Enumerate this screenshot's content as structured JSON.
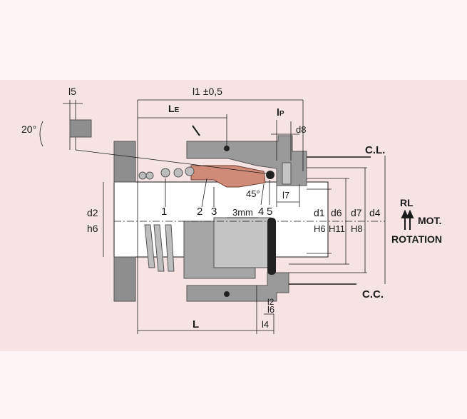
{
  "colors": {
    "background": "#fdf5f5",
    "band": "#f6e4e4",
    "steel": "#8e8e8e",
    "steel_dark": "#6a6a6a",
    "steel_light": "#c4c4c4",
    "shaft": "#ffffff",
    "carbon": "#d08a78",
    "seal": "#222222",
    "line": "#1a1a1a"
  },
  "diagram": {
    "dimensions": {
      "l5": "l5",
      "l1": "l1 ±0,5",
      "le_main": "L",
      "le_sub": "E",
      "lp_main": "l",
      "lp_sub": "P",
      "d8": "d8",
      "l7": "l7",
      "l6": "l6",
      "l4": "l4",
      "l2": "l2",
      "L": "L",
      "angle20": "20°",
      "angle45": "45°",
      "gap3mm": "3mm"
    },
    "diameters": {
      "d2": "d2",
      "h6_left": "h6",
      "d1": "d1",
      "H6": "H6",
      "d6": "d6",
      "H11": "H11",
      "d7": "d7",
      "H8": "H8",
      "d4": "d4"
    },
    "parts": [
      "1",
      "2",
      "3",
      "4",
      "5"
    ],
    "annotations": {
      "cl": "C.L.",
      "cc": "C.C.",
      "rl": "RL",
      "mot": "MOT.",
      "rotation": "ROTATION"
    }
  }
}
